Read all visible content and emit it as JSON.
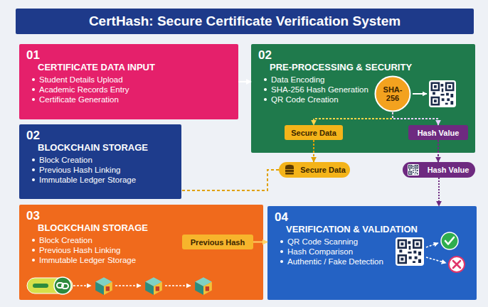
{
  "diagram": {
    "title": "CertHash: Secure Certificate Verification System",
    "nodes": [
      {
        "text": [
          "01",
          "CERTIFICATE DATA INPUT",
          "Student Details Upload",
          "Academic Records Entry",
          "Certificate Generation"
        ]
      },
      {
        "text": [
          "02",
          "PRE-PROCESSING & SECURITY",
          "Data Encoding",
          "SHA-256 Hash Generation",
          "QR Code Creation"
        ]
      },
      {
        "text": [
          "SHA-256"
        ],
        "in": 1
      },
      {
        "text": [
          "Secure Data"
        ],
        "in": 1
      },
      {
        "text": [
          "Hash Value"
        ],
        "in": 1
      },
      {
        "text": [
          "02",
          "BLOCKCHAIN STORAGE",
          "Block Creation",
          "Previous Hash Linking",
          "Immutable Ledger Storage"
        ]
      },
      {
        "text": [
          "Secure Data"
        ]
      },
      {
        "text": [
          "Hash Value"
        ]
      },
      {
        "text": [
          "03",
          "BLOCKCHAIN STORAGE",
          "Block Creation",
          "Previous Hash Linking",
          "Immutable Ledger Storage"
        ]
      },
      {
        "text": [
          "Previous Hash"
        ],
        "in": 8
      },
      {
        "text": [
          "04",
          "VERIFICATION & VALIDATION",
          "QR Code Scanning",
          "Hash Comparison",
          "Authentic / Fake Detection"
        ]
      }
    ],
    "edges": [
      {
        "from": 0,
        "to": 1,
        "arrow": "to"
      },
      {
        "from": 2,
        "to": 3,
        "arrow": "to"
      },
      {
        "from": 2,
        "to": 4,
        "arrow": "to"
      },
      {
        "from": 3,
        "to": 6,
        "arrow": "to"
      },
      {
        "from": 4,
        "to": 7,
        "arrow": "to"
      },
      {
        "from": 6,
        "to": 5,
        "arrow": "none"
      },
      {
        "from": 7,
        "to": 10,
        "arrow": "to"
      },
      {
        "from": 9,
        "to": 10,
        "arrow": "to"
      }
    ]
  }
}
